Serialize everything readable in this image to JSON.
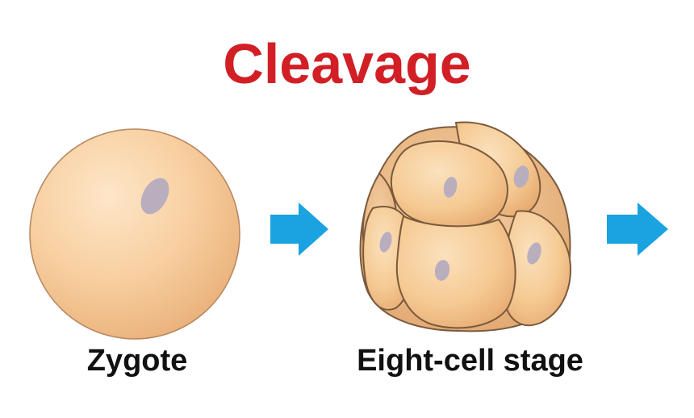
{
  "title": "Cleavage",
  "stages": [
    {
      "label": "Zygote"
    },
    {
      "label": "Eight-cell stage"
    }
  ],
  "colors": {
    "title": "#d11f25",
    "cell_fill": "#f7d0a4",
    "cell_outline": "#7a5a3c",
    "nucleus": "#b9aebd",
    "arrow": "#1aa3e0"
  },
  "icons": {
    "arrow": "right-arrow-icon"
  }
}
